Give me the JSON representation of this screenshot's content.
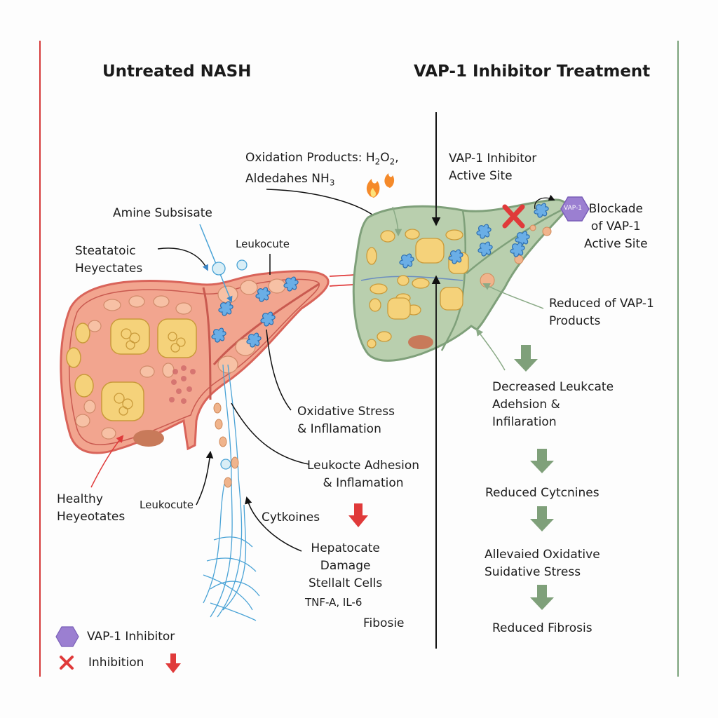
{
  "panels": {
    "left": {
      "title": "Untreated NASH",
      "border_color": "#d63a3a"
    },
    "right": {
      "title": "VAP-1 Inhibitor Treatment",
      "border_color": "#7aa27a"
    }
  },
  "labels": {
    "oxidation_products_line1": "Oxidation Products: H",
    "oxidation_products_h2o2_sub1": "2",
    "oxidation_products_o": "O",
    "oxidation_products_h2o2_sub2": "2",
    "oxidation_products_comma": ",",
    "oxidation_products_line2": "Aldedahes  NH",
    "oxidation_products_nh3_sub": "3",
    "amine_substrate": "Amine Subsisate",
    "steatotic_line1": "Steatatoic",
    "steatotic_line2": "Heyectates",
    "leukocyte_top": "Leukocute",
    "oxidative_stress_line1": "Oxidative Stress",
    "oxidative_stress_line2": "& Infllamation",
    "leukocyte_adhesion_line1": "Leukocte Adhesion",
    "leukocyte_adhesion_line2": "& Inflamation",
    "healthy_line1": "Healthy",
    "healthy_line2": "Heyeotates",
    "leukocyte_bottom": "Leukocute",
    "cytokines": "Cytkoines",
    "hepatocyte_damage_line1": "Hepatocate",
    "hepatocyte_damage_line2": "Damage",
    "stellate_cells": "Stellalt Cells",
    "tnf_il6": "TNF-A, IL-6",
    "fibrosis_left": "Fibosie",
    "inhibitor_active_site_line1": "VAP-1 Inhibitor",
    "inhibitor_active_site_line2": "Active Site",
    "vap1_hexagon": "VAP-1",
    "blockade_line1": "Blockade",
    "blockade_line2": "of VAP-1",
    "blockade_line3": "Active Site",
    "reduced_products_line1": "Reduced  of VAP-1",
    "reduced_products_line2": "Products"
  },
  "treatment_cascade": [
    {
      "lines": [
        "Decreased Leukcate",
        "Adehsion &",
        "Infilaration"
      ]
    },
    {
      "lines": [
        "Reduced Cytcnines"
      ]
    },
    {
      "lines": [
        "Allevaied Oxidative",
        "Suidative Stress"
      ]
    },
    {
      "lines": [
        "Reduced Fibrosis"
      ]
    }
  ],
  "legend": {
    "inhibitor_label": "VAP-1 Inhibitor",
    "inhibition_label": "Inhibition"
  },
  "colors": {
    "nash_liver_fill": "#f2a58f",
    "nash_liver_stroke": "#d9645a",
    "treated_liver_fill": "#b9cfae",
    "treated_liver_stroke": "#7fa07a",
    "fat_vacuole": "#f5d27a",
    "leukocyte_blue": "#3a86c8",
    "inhibitor_purple": "#9b7fd1",
    "inhibition_red": "#e03a3a",
    "cascade_arrow_green": "#7fa07a"
  }
}
